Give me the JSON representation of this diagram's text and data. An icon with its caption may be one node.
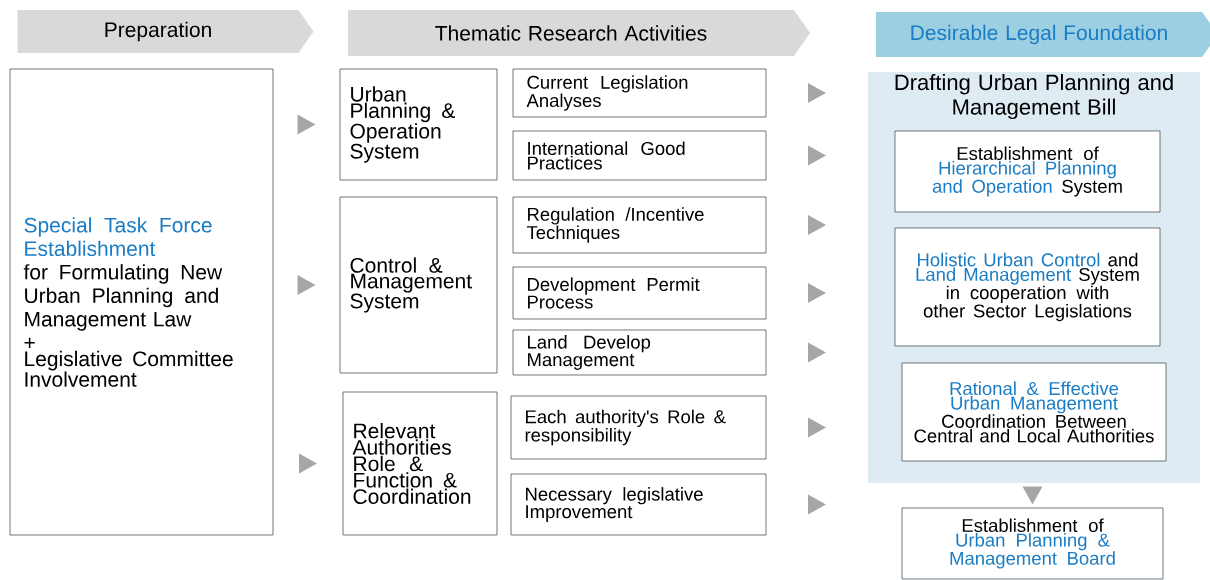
{
  "diagram": {
    "nodes": [
      {
        "text": [
          "Preparation"
        ]
      },
      {
        "text": [
          "Thematic Research Activities"
        ]
      },
      {
        "text": [
          "Desirable Legal Foundation"
        ]
      },
      {
        "text": [
          "Special Task Force Establishment",
          "for Formulating New Urban Planning and Management Law",
          "+",
          "Legislative Committee Involvement"
        ]
      },
      {
        "text": [
          "Urban Planning & Operation System"
        ]
      },
      {
        "text": [
          "Current Legislation Analyses"
        ]
      },
      {
        "text": [
          "International Good Practices"
        ]
      },
      {
        "text": [
          "Control & Management System"
        ]
      },
      {
        "text": [
          "Regulation /Incentive Techniques"
        ]
      },
      {
        "text": [
          "Development Permit Process"
        ]
      },
      {
        "text": [
          "Land Develop Management"
        ]
      },
      {
        "text": [
          "Relevant Authorities Role & Function & Coordination"
        ]
      },
      {
        "text": [
          "Each authority's Role & responsibility"
        ]
      },
      {
        "text": [
          "Necessary legislative Improvement"
        ]
      },
      {
        "text": [
          "Drafting Urban Planning and Management Bill"
        ]
      },
      {
        "text": [
          "Establishment of",
          "Hierarchical Planning and Operation",
          "System"
        ],
        "in": 14
      },
      {
        "text": [
          "Holistic Urban Control",
          "and",
          "Land Management",
          "System in cooperation with other Sector Legislations"
        ],
        "in": 14
      },
      {
        "text": [
          "Rational & Effective Urban Management",
          "Coordination Between Central and Local Authorities"
        ],
        "in": 14
      },
      {
        "text": [
          "Establishment of",
          "Urban Planning & Management Board"
        ]
      }
    ],
    "edges": [
      {
        "from": 3,
        "to": 4,
        "arrow": "to"
      },
      {
        "from": 3,
        "to": 7,
        "arrow": "to"
      },
      {
        "from": 3,
        "to": 11,
        "arrow": "to"
      },
      {
        "from": 5,
        "to": 14,
        "arrow": "to"
      },
      {
        "from": 6,
        "to": 14,
        "arrow": "to"
      },
      {
        "from": 8,
        "to": 14,
        "arrow": "to"
      },
      {
        "from": 9,
        "to": 14,
        "arrow": "to"
      },
      {
        "from": 10,
        "to": 14,
        "arrow": "to"
      },
      {
        "from": 12,
        "to": 14,
        "arrow": "to"
      },
      {
        "from": 13,
        "to": 14,
        "arrow": "to"
      },
      {
        "from": 14,
        "to": 18,
        "arrow": "to"
      }
    ]
  }
}
